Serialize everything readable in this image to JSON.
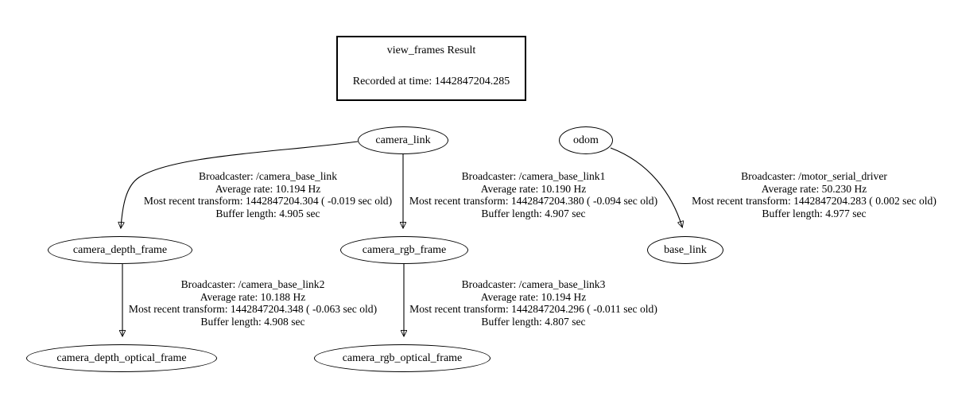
{
  "colors": {
    "stroke": "#000000",
    "background": "#ffffff",
    "text": "#000000"
  },
  "diagram": {
    "title_box": {
      "title": "view_frames Result",
      "recorded_at": "Recorded at time: 1442847204.285"
    },
    "nodes": {
      "camera_link": "camera_link",
      "odom": "odom",
      "camera_depth_frame": "camera_depth_frame",
      "camera_rgb_frame": "camera_rgb_frame",
      "base_link": "base_link",
      "camera_depth_optical_frame": "camera_depth_optical_frame",
      "camera_rgb_optical_frame": "camera_rgb_optical_frame"
    },
    "edges": [
      {
        "from": "camera_link",
        "to": "camera_depth_frame",
        "broadcaster": "Broadcaster: /camera_base_link",
        "average_rate": "Average rate: 10.194 Hz",
        "most_recent_transform": "Most recent transform: 1442847204.304 ( -0.019 sec old)",
        "buffer_length": "Buffer length: 4.905 sec"
      },
      {
        "from": "camera_link",
        "to": "camera_rgb_frame",
        "broadcaster": "Broadcaster: /camera_base_link1",
        "average_rate": "Average rate: 10.190 Hz",
        "most_recent_transform": "Most recent transform: 1442847204.380 ( -0.094 sec old)",
        "buffer_length": "Buffer length: 4.907 sec"
      },
      {
        "from": "odom",
        "to": "base_link",
        "broadcaster": "Broadcaster: /motor_serial_driver",
        "average_rate": "Average rate: 50.230 Hz",
        "most_recent_transform": "Most recent transform: 1442847204.283 ( 0.002 sec old)",
        "buffer_length": "Buffer length: 4.977 sec"
      },
      {
        "from": "camera_depth_frame",
        "to": "camera_depth_optical_frame",
        "broadcaster": "Broadcaster: /camera_base_link2",
        "average_rate": "Average rate: 10.188 Hz",
        "most_recent_transform": "Most recent transform: 1442847204.348 ( -0.063 sec old)",
        "buffer_length": "Buffer length: 4.908 sec"
      },
      {
        "from": "camera_rgb_frame",
        "to": "camera_rgb_optical_frame",
        "broadcaster": "Broadcaster: /camera_base_link3",
        "average_rate": "Average rate: 10.194 Hz",
        "most_recent_transform": "Most recent transform: 1442847204.296 ( -0.011 sec old)",
        "buffer_length": "Buffer length: 4.807 sec"
      }
    ]
  }
}
